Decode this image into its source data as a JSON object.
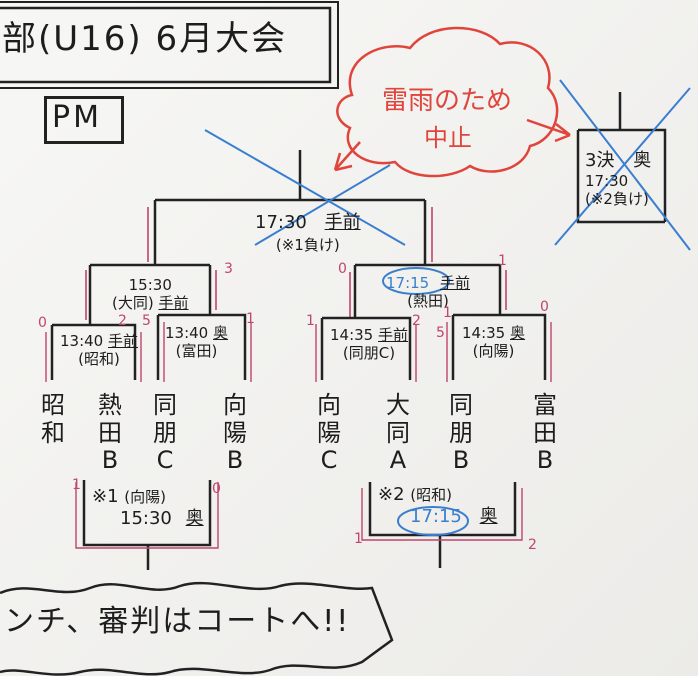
{
  "board": {
    "title": "部(U16) 6月大会",
    "session": "PM",
    "notice_line1": "雷雨のため",
    "notice_line2": "中止",
    "footer": "ンチ、審判はコートへ!!"
  },
  "final": {
    "time": "17:30",
    "ref": "手前",
    "note": "(※1負け)"
  },
  "third_place": {
    "label": "3決",
    "court": "奥",
    "time": "17:30",
    "note": "(※2負け)"
  },
  "semis": [
    {
      "time": "15:30",
      "host": "(大同)",
      "court": "手前"
    },
    {
      "time": "17:15",
      "host": "(熱田)",
      "court": "手前"
    }
  ],
  "round1": [
    {
      "time": "13:40",
      "host": "(昭和)",
      "court": "手前"
    },
    {
      "time": "13:40",
      "host": "(富田)",
      "court": "奥"
    },
    {
      "time": "14:35",
      "host": "(同朋C)",
      "court": "手前"
    },
    {
      "time": "14:35",
      "host": "(向陽)",
      "court": "奥"
    }
  ],
  "teams": [
    "昭和",
    "熱田B",
    "同朋C",
    "向陽B",
    "向陽C",
    "大同A",
    "同朋B",
    "富田B"
  ],
  "consolation": [
    {
      "label": "※1",
      "host": "(向陽)",
      "time": "15:30",
      "court": "奥"
    },
    {
      "label": "※2",
      "host": "(昭和)",
      "time": "17:15",
      "court": "奥"
    }
  ],
  "scores": [
    "3",
    "0",
    "1",
    "0",
    "2",
    "5",
    "1",
    "1",
    "2",
    "5",
    "1",
    "0",
    "1",
    "0",
    "1",
    "2"
  ]
}
